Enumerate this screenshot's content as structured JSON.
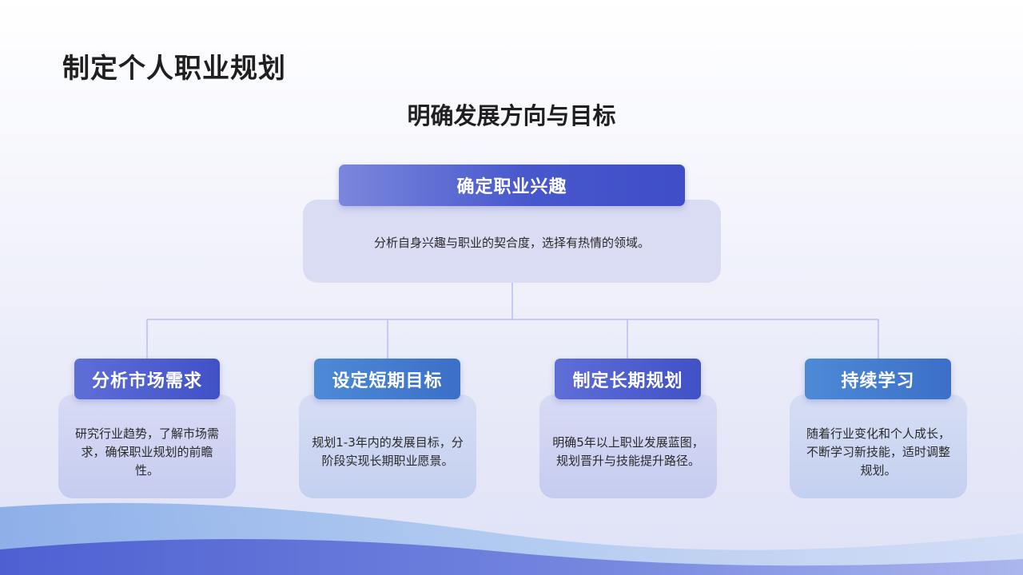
{
  "page": {
    "title": "制定个人职业规划",
    "subtitle": "明确发展方向与目标"
  },
  "top_node": {
    "title": "确定职业兴趣",
    "text": "分析自身兴趣与职业的契合度，选择有热情的领域。"
  },
  "child_nodes": [
    {
      "title": "分析市场需求",
      "text": "研究行业趋势，了解市场需求，确保职业规划的前瞻性。"
    },
    {
      "title": "设定短期目标",
      "text": "规划1-3年内的发展目标，分阶段实现长期职业愿景。"
    },
    {
      "title": "制定长期规划",
      "text": "明确5年以上职业发展蓝图，规划晋升与技能提升路径。"
    },
    {
      "title": "持续学习",
      "text": "随着行业变化和个人成长，不断学习新技能，适时调整规划。"
    }
  ],
  "colors": {
    "header_indigo": "#4051c6",
    "header_blue": "#3c6fc8",
    "card_fill": "#dadcf4",
    "connector": "#b9bff0"
  }
}
